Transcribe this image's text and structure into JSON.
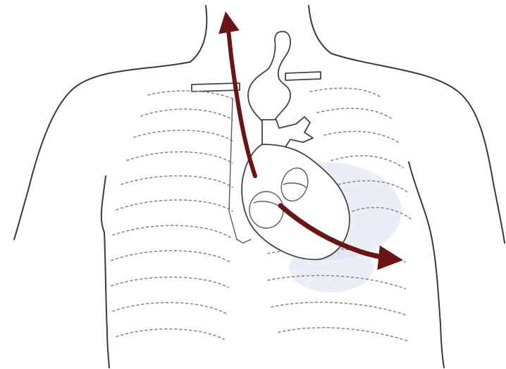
{
  "figure": {
    "subject": "chest-with-heart-arrows",
    "colors": {
      "outline": "#3a3a3a",
      "ribs": "#8a8a8a",
      "arrow": "#6b1414",
      "shading": "#dde0ef",
      "background": "#ffffff"
    },
    "arrows": [
      {
        "name": "arrow-up",
        "direction": "upward-left"
      },
      {
        "name": "arrow-down",
        "direction": "downward-right"
      }
    ]
  }
}
